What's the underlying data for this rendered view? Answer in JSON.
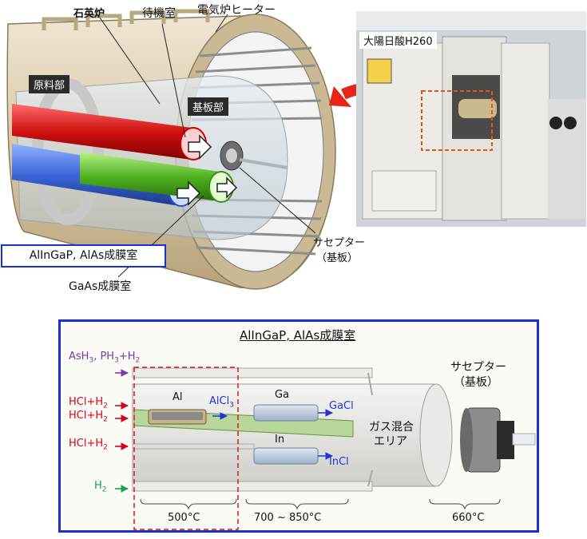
{
  "top": {
    "labels": {
      "quartz_furnace": "石英炉",
      "standby_chamber": "待機室",
      "electric_heater": "電気炉ヒーター",
      "source_section": "原料部",
      "substrate_section": "基板部",
      "susceptor_line1": "サセプター",
      "susceptor_line2": "（基板）",
      "gaas_chamber": "GaAs成膜室",
      "alingap_chamber": "AlInGaP, AlAs成膜室"
    },
    "photo_caption": "大陽日酸H260"
  },
  "panel": {
    "title": "AlInGaP, AlAs成膜室",
    "gas_top": {
      "a": "AsH",
      "a_sub": "3",
      "b": ", PH",
      "b_sub": "3",
      "c": "+H",
      "c_sub": "2"
    },
    "hcl_label": {
      "a": "HCl+H",
      "sub": "2"
    },
    "h2_label": {
      "a": "H",
      "sub": "2"
    },
    "al_label": "Al",
    "alcl_label": {
      "a": "AlCl",
      "sub": "3"
    },
    "ga_label": "Ga",
    "gacl_label": "GaCl",
    "in_label": "In",
    "incl_label": "InCl",
    "mixing_line1": "ガス混合",
    "mixing_line2": "エリア",
    "susceptor_line1": "サセプター",
    "susceptor_line2": "（基板）",
    "temp1": "500°C",
    "temp2": "700 ~ 850°C",
    "temp3": "660°C"
  },
  "colors": {
    "accent_blue": "#1a2fd0",
    "hcl_red": "#d8001a",
    "product_blue": "#1f36d6",
    "hydride_purple": "#7c3aa8",
    "h2_green": "#17a24a",
    "boat_green": "#b9d79a"
  }
}
